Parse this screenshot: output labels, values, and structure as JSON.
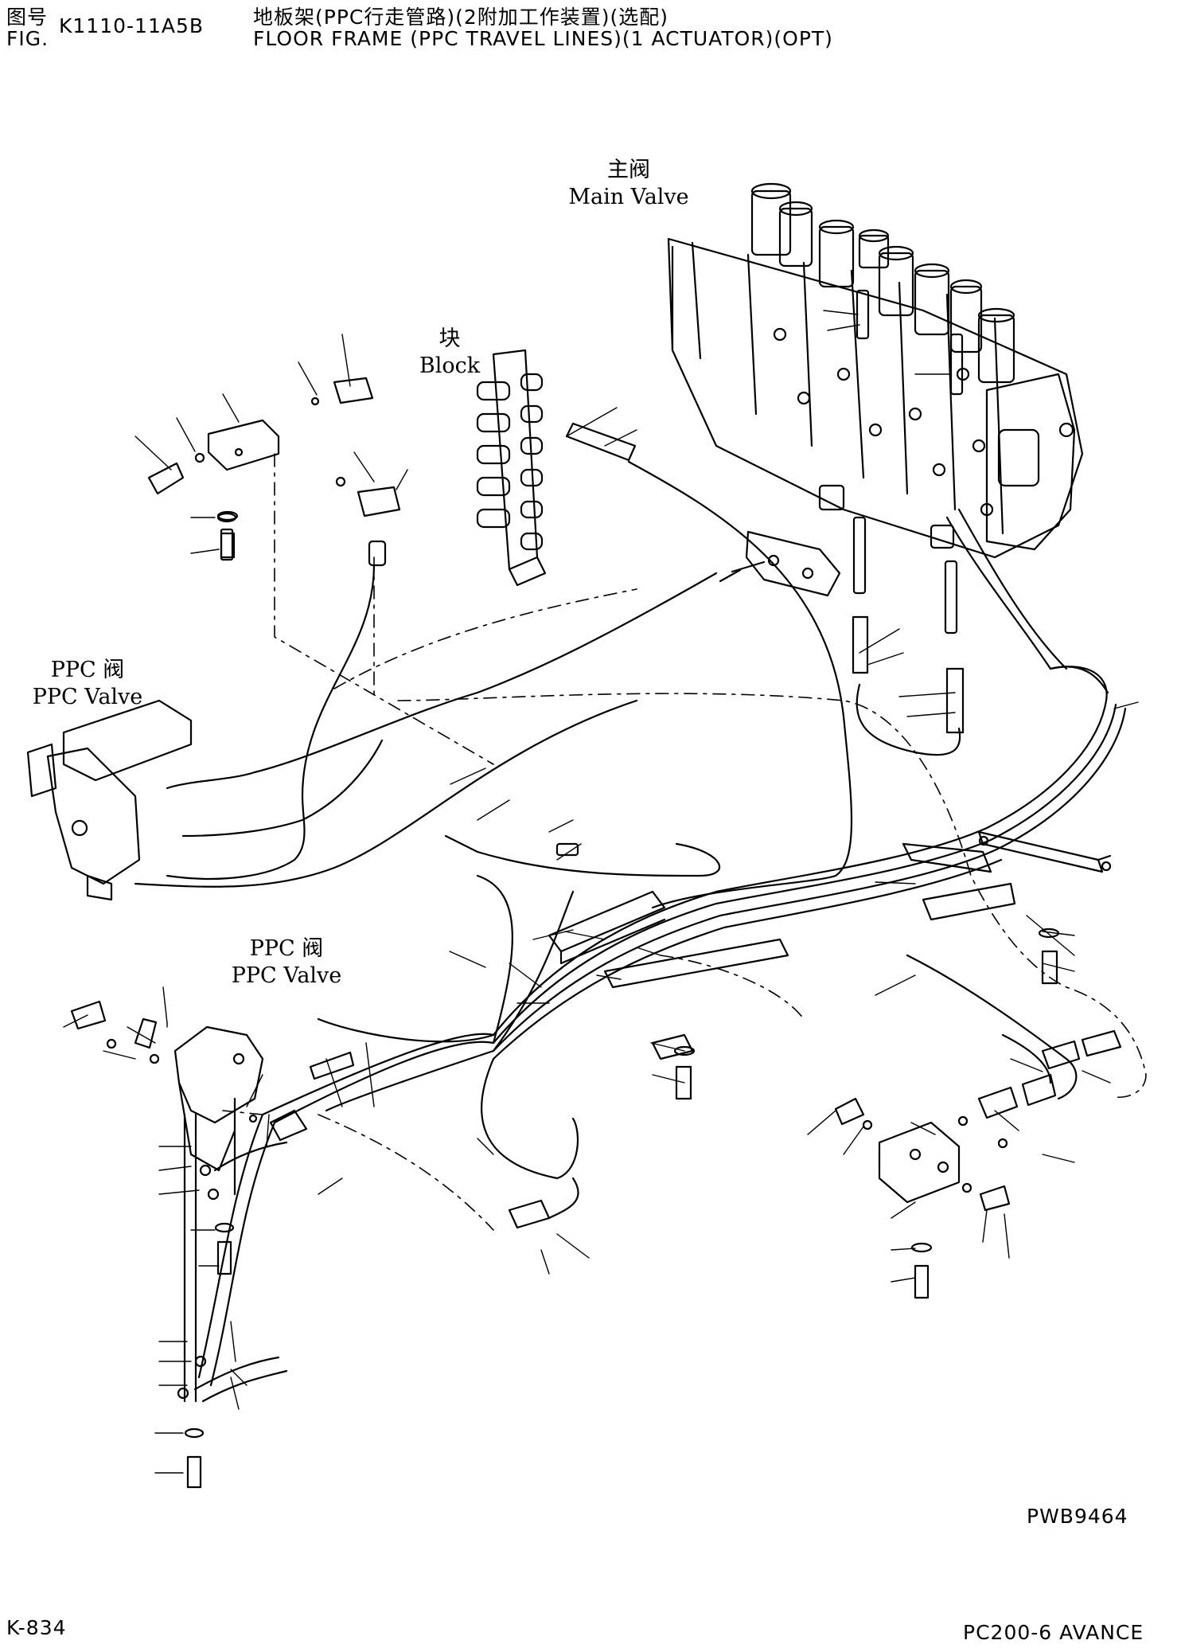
{
  "header": {
    "fig_label_cn": "图号",
    "fig_label_en": "FIG.",
    "fig_number": "K1110-11A5B",
    "title_cn": "地板架(PPC行走管路)(2附加工作装置)(选配)",
    "title_en": "FLOOR FRAME (PPC TRAVEL LINES)(1 ACTUATOR)(OPT)"
  },
  "labels": {
    "main_valve_cn": "主阀",
    "main_valve_en": "Main Valve",
    "block_cn": "块",
    "block_en": "Block",
    "ppc_valve_left_cn": "PPC 阀",
    "ppc_valve_left_en": "PPC Valve",
    "ppc_valve_lower_cn": "PPC 阀",
    "ppc_valve_lower_en": "PPC Valve"
  },
  "drawing_code": "PWB9464",
  "footer": {
    "page": "K-834",
    "model": "PC200-6 AVANCE"
  }
}
